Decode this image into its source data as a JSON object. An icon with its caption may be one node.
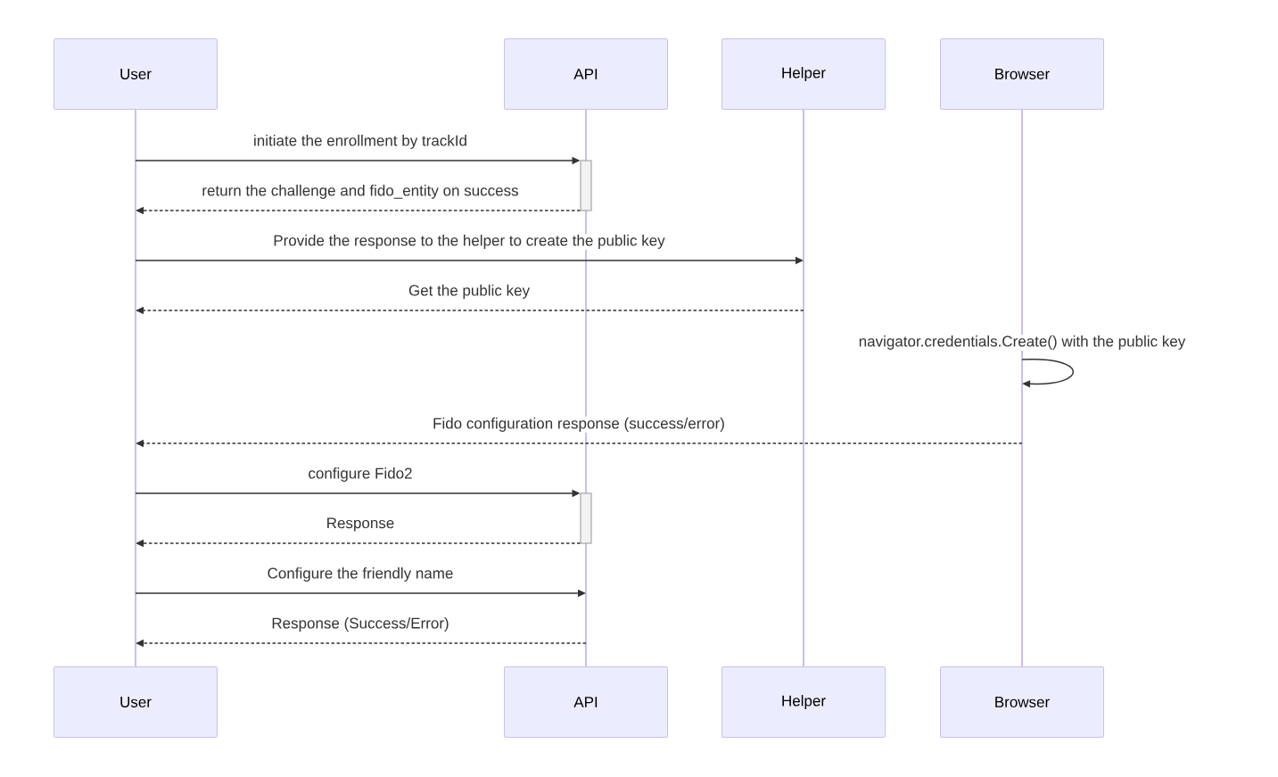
{
  "diagram": {
    "nodes": [
      {
        "text": [
          "User"
        ]
      },
      {
        "text": [
          "API"
        ]
      },
      {
        "text": [
          "Helper"
        ]
      },
      {
        "text": [
          "Browser"
        ]
      },
      {
        "text": [
          "User"
        ]
      },
      {
        "text": [
          "API"
        ]
      },
      {
        "text": [
          "Helper"
        ]
      },
      {
        "text": [
          "Browser"
        ]
      },
      {
        "text": [],
        "shape": "line"
      },
      {
        "text": [],
        "shape": "line"
      },
      {
        "text": [],
        "shape": "line"
      },
      {
        "text": [],
        "shape": "line"
      },
      {
        "text": [],
        "shape": "bar"
      },
      {
        "text": [],
        "shape": "bar"
      }
    ],
    "edges": [
      {
        "from": 8,
        "to": 12,
        "arrow": "to",
        "label": "initiate the enrollment by trackId"
      },
      {
        "from": 12,
        "to": 8,
        "arrow": "to",
        "style": "dashed",
        "label": "return the challenge and fido_entity on success"
      },
      {
        "from": 8,
        "to": 10,
        "arrow": "to",
        "label": "Provide the response to the helper to create the public key"
      },
      {
        "from": 10,
        "to": 8,
        "arrow": "to",
        "style": "dashed",
        "label": "Get the public key"
      },
      {
        "from": 11,
        "to": 11,
        "arrow": "to",
        "label": "navigator.credentials.Create() with the public key"
      },
      {
        "from": 11,
        "to": 8,
        "arrow": "to",
        "style": "dashed",
        "label": "Fido configuration response (success/error)"
      },
      {
        "from": 8,
        "to": 13,
        "arrow": "to",
        "label": "configure Fido2"
      },
      {
        "from": 13,
        "to": 8,
        "arrow": "to",
        "style": "dashed",
        "label": "Response"
      },
      {
        "from": 8,
        "to": 9,
        "arrow": "to",
        "label": "Configure the friendly name"
      },
      {
        "from": 9,
        "to": 8,
        "arrow": "to",
        "style": "dashed",
        "label": "Response (Success/Error)"
      }
    ]
  }
}
